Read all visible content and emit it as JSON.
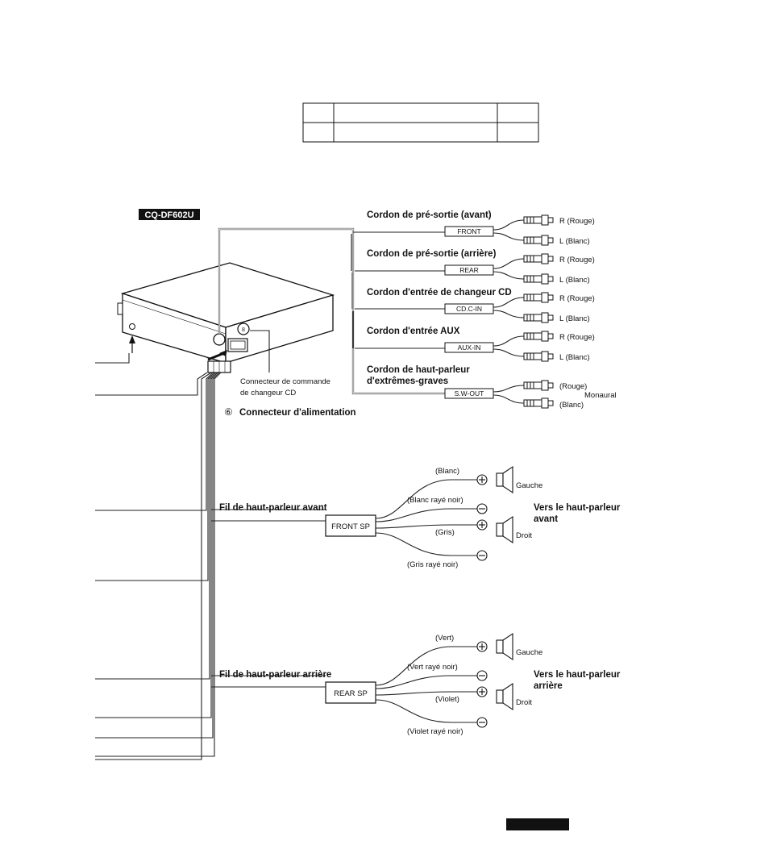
{
  "model_badge": "CQ-DF602U",
  "page_label_bar": "",
  "head_unit": {
    "cd_connector_label_1": "Connecteur de commande",
    "cd_connector_label_2": "de changeur CD",
    "power_connector_num": "⑥",
    "power_connector_label": "Connecteur d'alimentation"
  },
  "rca_cords": [
    {
      "title": "Cordon de pré-sortie (avant)",
      "tag": "FRONT",
      "r": "R (Rouge)",
      "l": "L (Blanc)"
    },
    {
      "title": "Cordon de pré-sortie (arrière)",
      "tag": "REAR",
      "r": "R (Rouge)",
      "l": "L (Blanc)"
    },
    {
      "title": "Cordon d'entrée de changeur CD",
      "tag": "CD.C-IN",
      "r": "R (Rouge)",
      "l": "L (Blanc)"
    },
    {
      "title": "Cordon d'entrée AUX",
      "tag": "AUX-IN",
      "r": "R (Rouge)",
      "l": "L (Blanc)"
    }
  ],
  "subwoofer": {
    "title_1": "Cordon de haut-parleur",
    "title_2": "d'extrêmes-graves",
    "tag": "S.W-OUT",
    "r": "(Rouge)",
    "l": "(Blanc)",
    "mono": "Monaural"
  },
  "front_sp": {
    "title": "Fil de haut-parleur avant",
    "tag": "FRONT SP",
    "w1": "(Blanc)",
    "w2": "(Blanc rayé noir)",
    "w3": "(Gris)",
    "w4": "(Gris rayé noir)",
    "left": "Gauche",
    "right": "Droit",
    "dest_1": "Vers le haut-parleur",
    "dest_2": "avant"
  },
  "rear_sp": {
    "title": "Fil de haut-parleur arrière",
    "tag": "REAR SP",
    "w1": "(Vert)",
    "w2": "(Vert rayé noir)",
    "w3": "(Violet)",
    "w4": "(Violet rayé noir)",
    "left": "Gauche",
    "right": "Droit",
    "dest_1": "Vers le haut-parleur",
    "dest_2": "arrière"
  }
}
